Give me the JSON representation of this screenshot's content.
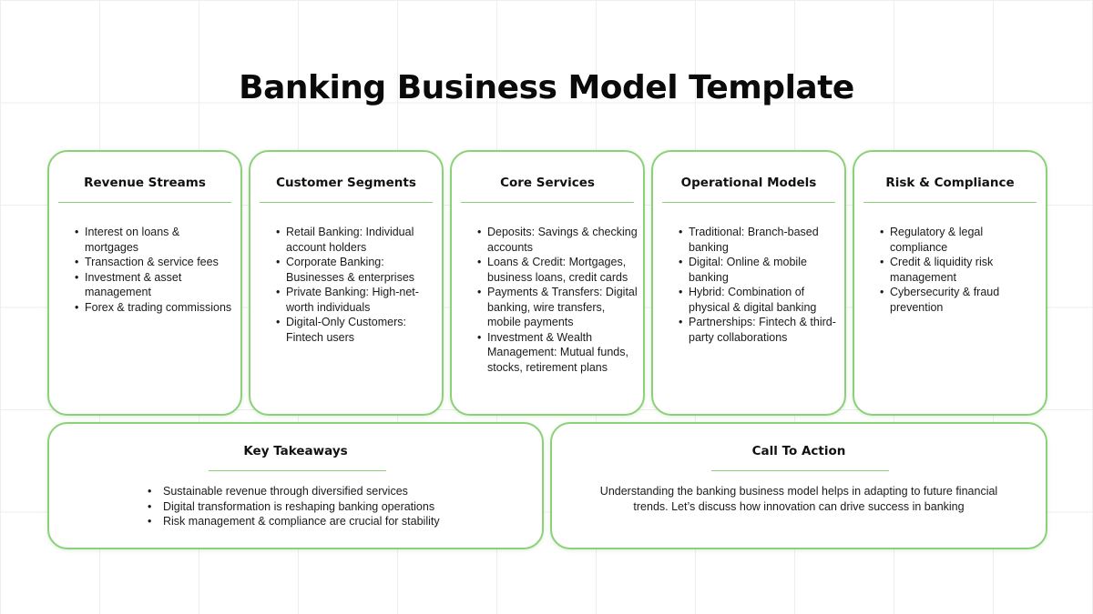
{
  "title": "Banking Business Model Template",
  "cards": [
    {
      "title": "Revenue Streams",
      "items": [
        "Interest on loans & mortgages",
        "Transaction & service fees",
        "Investment & asset management",
        "Forex & trading commissions"
      ]
    },
    {
      "title": "Customer Segments",
      "items": [
        "Retail Banking: Individual account holders",
        "Corporate Banking: Businesses & enterprises",
        "Private Banking: High-net-worth individuals",
        "Digital-Only Customers: Fintech users"
      ]
    },
    {
      "title": "Core Services",
      "items": [
        "Deposits: Savings & checking accounts",
        "Loans & Credit: Mortgages, business loans, credit cards",
        "Payments & Transfers: Digital banking, wire transfers, mobile payments",
        "Investment & Wealth Management: Mutual funds, stocks, retirement plans"
      ]
    },
    {
      "title": "Operational Models",
      "items": [
        "Traditional: Branch-based banking",
        "Digital: Online & mobile banking",
        "Hybrid: Combination of physical & digital banking",
        "Partnerships: Fintech & third-party collaborations"
      ]
    },
    {
      "title": "Risk & Compliance",
      "items": [
        "Regulatory & legal compliance",
        "Credit & liquidity risk management",
        "Cybersecurity & fraud prevention"
      ]
    }
  ],
  "takeaways": {
    "title": "Key Takeaways",
    "items": [
      "Sustainable revenue through diversified services",
      "Digital transformation is reshaping banking operations",
      "Risk management & compliance are crucial for stability"
    ]
  },
  "cta": {
    "title": "Call To Action",
    "text": "Understanding the banking business model helps in adapting to future financial trends. Let’s discuss how innovation can drive success in banking"
  },
  "colors": {
    "accent": "#8cd07a",
    "text": "#111111",
    "background": "#ffffff"
  }
}
